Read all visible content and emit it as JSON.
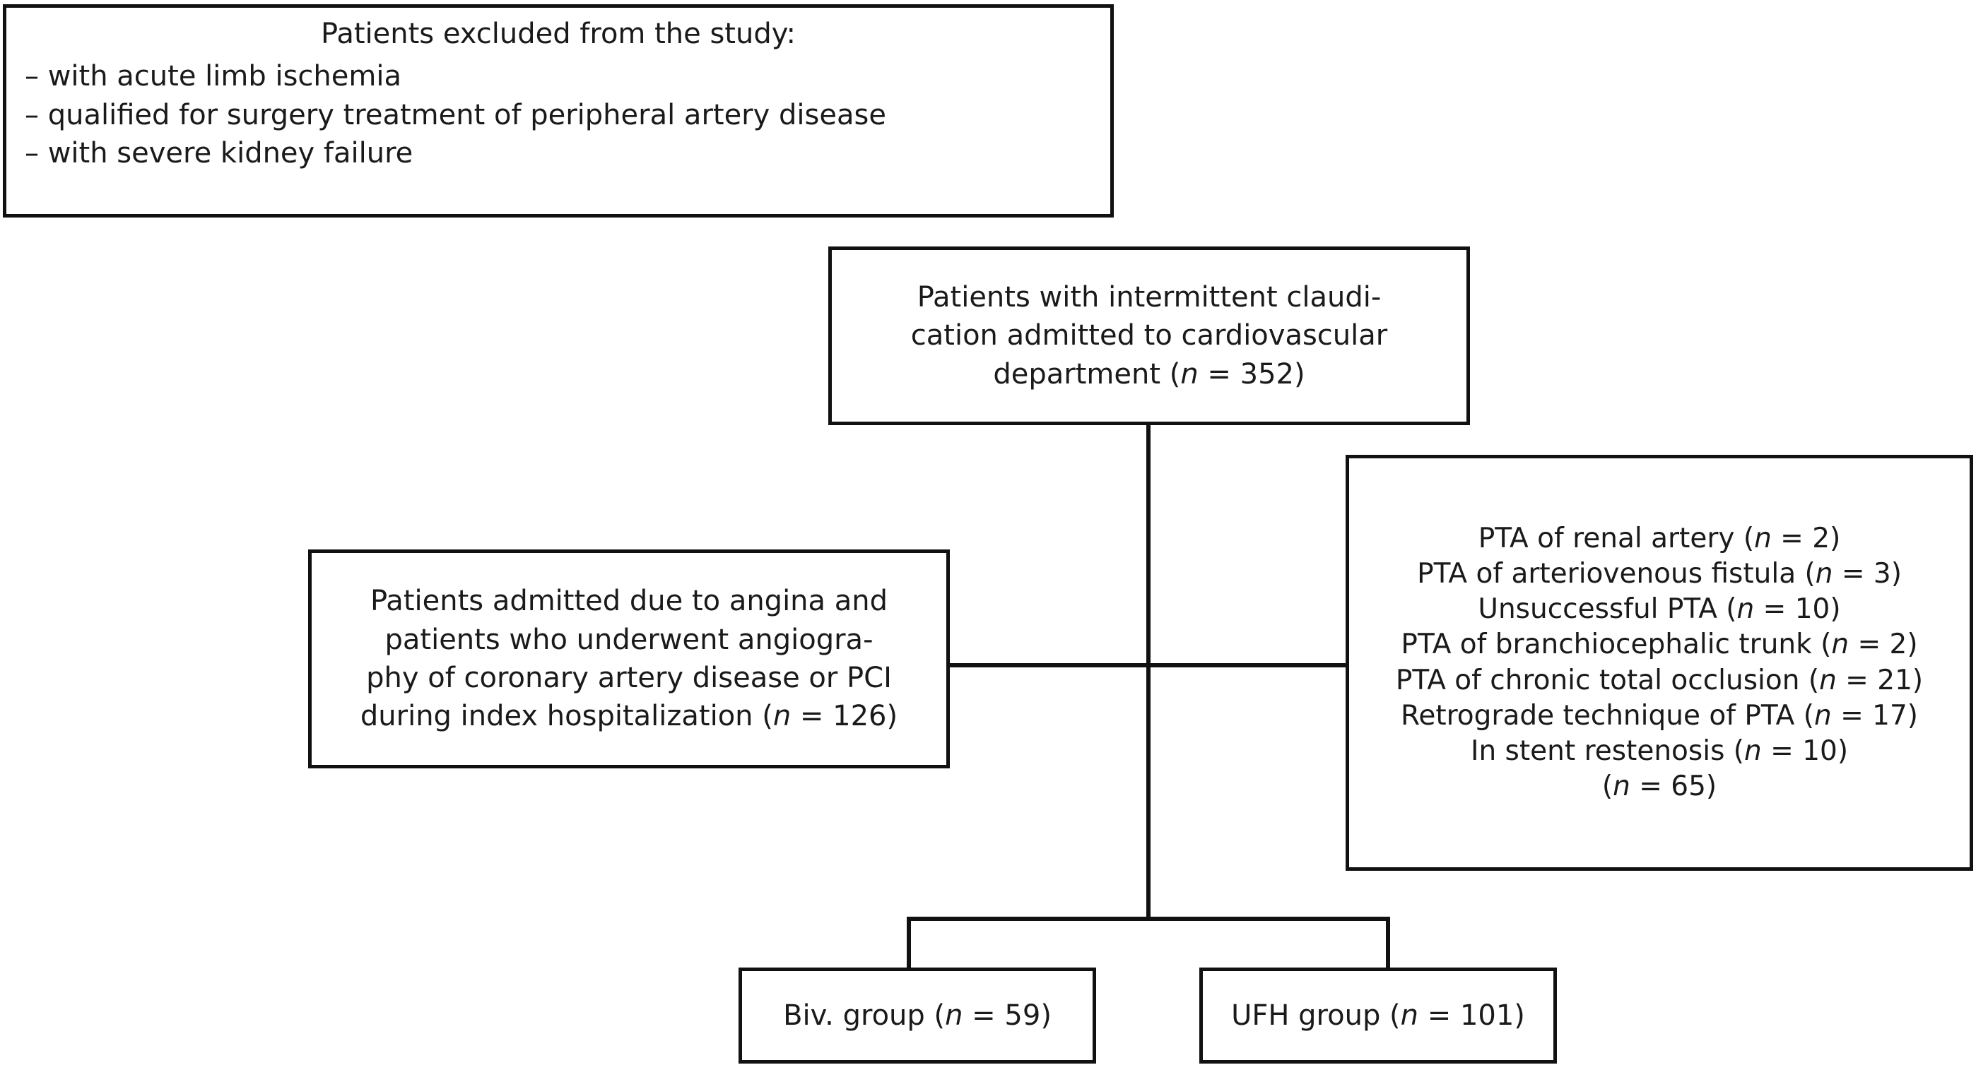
{
  "diagram": {
    "title": "Patient enrollment flow diagram",
    "type": "flowchart",
    "stroke_color": "#111111",
    "background_color": "#ffffff",
    "text_color": "#1a1a1a"
  },
  "boxes": {
    "excluded": {
      "name": "excluded-patients-box",
      "title": "Patients excluded from the study:",
      "items": [
        "– with acute limb ischemia",
        "– qualified for surgery treatment of peripheral artery disease",
        "– with severe kidney failure"
      ]
    },
    "claudication": {
      "name": "claudication-admission-box",
      "lines": [
        "Patients with intermittent claudi-",
        "cation admitted to cardiovascular",
        "department (n = 352)"
      ],
      "n_label": "n",
      "n_value": "352"
    },
    "pta_exclusions": {
      "name": "pta-exclusions-box",
      "entries": [
        {
          "label": "PTA of renal artery",
          "n": "2"
        },
        {
          "label": "PTA of arteriovenous fistula",
          "n": "3"
        },
        {
          "label": "Unsuccessful PTA",
          "n": "10"
        },
        {
          "label": "PTA of branchiocephalic trunk",
          "n": "2"
        },
        {
          "label": "PTA of chronic total occlusion",
          "n": "21"
        },
        {
          "label": "Retrograde technique of PTA",
          "n": "17"
        },
        {
          "label": "In stent restenosis",
          "n": "10"
        }
      ],
      "total_n": "65",
      "lines": [
        "PTA of renal artery (n = 2)",
        "PTA of arteriovenous fistula (n = 3)",
        "Unsuccessful PTA (n = 10)",
        "PTA of branchiocephalic trunk (n = 2)",
        "PTA of chronic total occlusion (n = 21)",
        "Retrograde technique of PTA (n = 17)",
        "In stent restenosis (n = 10)",
        "(n = 65)"
      ]
    },
    "angina": {
      "name": "angina-pci-exclusions-box",
      "lines": [
        "Patients admitted due to angina and",
        "patients who underwent angiogra-",
        "phy of coronary artery disease or PCI",
        "during index hospitalization (n = 126)"
      ],
      "n_value": "126"
    },
    "biv_group": {
      "name": "bivalirudin-group-box",
      "label": "Biv. group",
      "n": "59",
      "text": "Biv. group (n = 59)"
    },
    "ufh_group": {
      "name": "ufh-group-box",
      "label": "UFH group",
      "n": "101",
      "text": "UFH group (n = 101)"
    }
  }
}
